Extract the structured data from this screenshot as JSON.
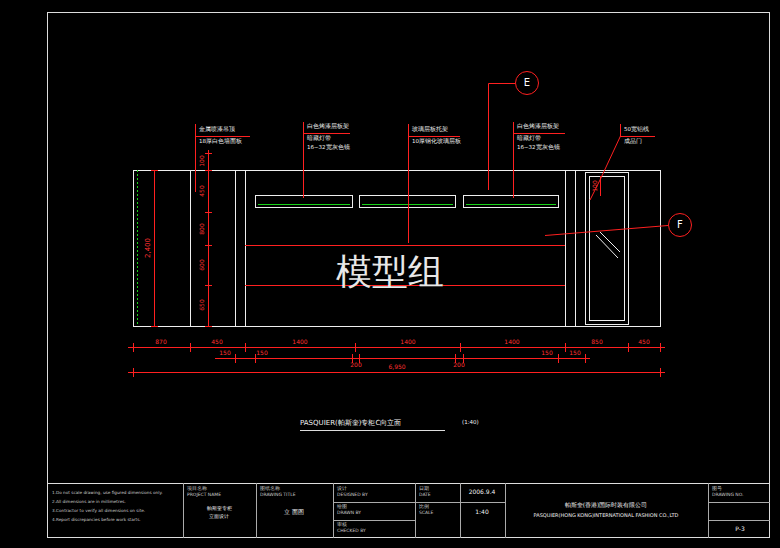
{
  "diagram": {
    "title": "PASQUIER(帕斯奎)专柜C向立面",
    "nodes": [
      {
        "text": [
          "E"
        ]
      },
      {
        "text": [
          "F"
        ]
      }
    ],
    "labels": [
      "100",
      "450",
      "800",
      "600",
      "650",
      "2,400",
      "870",
      "450",
      "1400",
      "1400",
      "1400",
      "850",
      "450",
      "150",
      "150",
      "200",
      "200",
      "150",
      "150",
      "6,950",
      "100",
      "金属喷漆吊顶",
      "18厚白色墙面板",
      "白色烤漆层板架",
      "暗藏灯带",
      "16~32宽灰色镜",
      "玻璃层板托架",
      "10厚钢化玻璃层板",
      "白色烤漆层板架",
      "暗藏灯带",
      "16~32宽灰色镜",
      "50宽铝线",
      "成品门",
      "(1:40)",
      "模型组",
      "1.Do not scale drawing, use figured dimensions only.",
      "2.All dimensions are in millimetres.",
      "3.Contractor to verify all dimensions on site.",
      "4.Report discrepancies before work starts.",
      "项目名称",
      "PROJECT NAME",
      "帕斯奎专柜",
      "立面设计",
      "图纸名称",
      "DRAWING TITLE",
      "立 面图",
      "设计",
      "DESIGNED BY",
      "绘图",
      "DRAWN BY",
      "审核",
      "CHECKED BY",
      "日期",
      "DATE",
      "2006.9.4",
      "比例",
      "SCALE",
      "1:40",
      "帕斯奎(香港)国际时装有限公司",
      "PASQUIER(HONG KONG)INTERNATIONAL FASHION CO.,LTD",
      "图号",
      "DRAWING NO.",
      "P-3"
    ]
  }
}
